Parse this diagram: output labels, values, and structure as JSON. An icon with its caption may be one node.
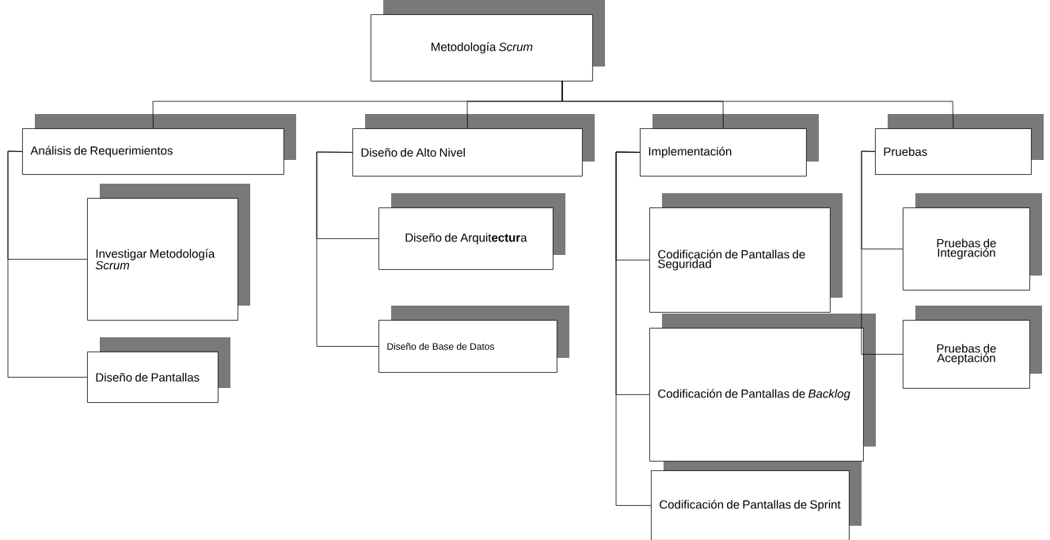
{
  "diagram": {
    "nodes": [
      {
        "text": [
          "Metodología *Scrum*"
        ]
      },
      {
        "text": [
          "Análisis de Requerimientos"
        ]
      },
      {
        "text": [
          "Investigar Metodología *Scrum*"
        ]
      },
      {
        "text": [
          "Diseño de Pantallas"
        ]
      },
      {
        "text": [
          "Diseño de Alto Nivel"
        ]
      },
      {
        "text": [
          "Diseño de Arquit**ectur**a"
        ]
      },
      {
        "text": [
          "Diseño de Base de Datos"
        ]
      },
      {
        "text": [
          "Implementación"
        ]
      },
      {
        "text": [
          "Codificación de Pantallas de Seguridad"
        ]
      },
      {
        "text": [
          "Codificación de Pantallas de *Backlog*"
        ]
      },
      {
        "text": [
          "Codificación de Pantallas de Sprint"
        ]
      },
      {
        "text": [
          "Pruebas"
        ]
      },
      {
        "text": [
          "Pruebas de Integración"
        ]
      },
      {
        "text": [
          "Pruebas de Aceptación"
        ]
      }
    ],
    "edges": [
      {
        "from": 0,
        "to": 1,
        "arrow": "none"
      },
      {
        "from": 0,
        "to": 4,
        "arrow": "none"
      },
      {
        "from": 0,
        "to": 7,
        "arrow": "none"
      },
      {
        "from": 0,
        "to": 11,
        "arrow": "none"
      },
      {
        "from": 1,
        "to": 2,
        "arrow": "none"
      },
      {
        "from": 1,
        "to": 3,
        "arrow": "none"
      },
      {
        "from": 4,
        "to": 5,
        "arrow": "none"
      },
      {
        "from": 4,
        "to": 6,
        "arrow": "none"
      },
      {
        "from": 7,
        "to": 8,
        "arrow": "none"
      },
      {
        "from": 7,
        "to": 9,
        "arrow": "none"
      },
      {
        "from": 7,
        "to": 10,
        "arrow": "none"
      },
      {
        "from": 11,
        "to": 12,
        "arrow": "none"
      },
      {
        "from": 11,
        "to": 13,
        "arrow": "none"
      }
    ]
  }
}
